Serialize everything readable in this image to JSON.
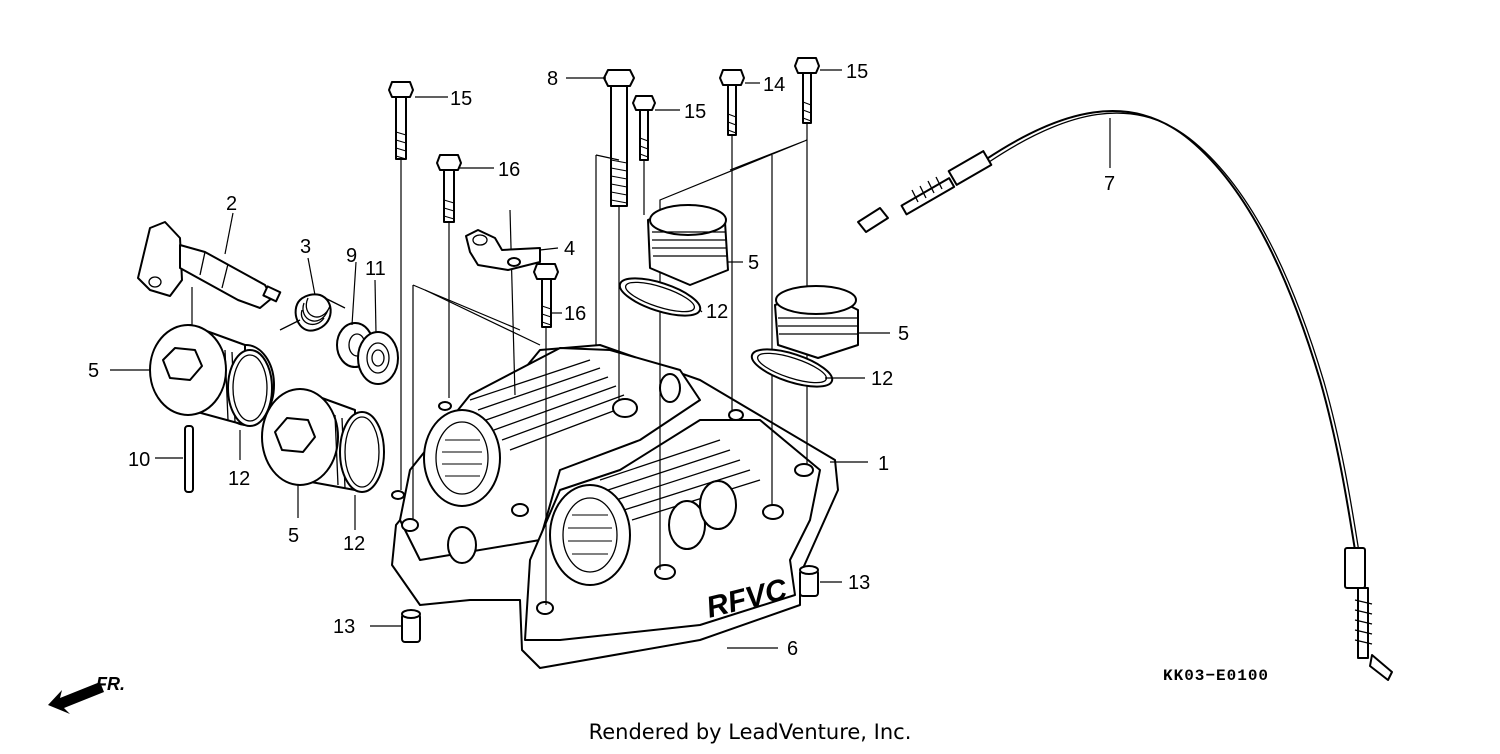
{
  "callouts": [
    {
      "id": "c8",
      "text": "8"
    },
    {
      "id": "c15a",
      "text": "15"
    },
    {
      "id": "c14",
      "text": "14"
    },
    {
      "id": "c15b",
      "text": "15"
    },
    {
      "id": "c15c",
      "text": "15"
    },
    {
      "id": "c16a",
      "text": "16"
    },
    {
      "id": "c16b",
      "text": "16"
    },
    {
      "id": "c2",
      "text": "2"
    },
    {
      "id": "c3",
      "text": "3"
    },
    {
      "id": "c9",
      "text": "9"
    },
    {
      "id": "c11",
      "text": "11"
    },
    {
      "id": "c4",
      "text": "4"
    },
    {
      "id": "c5a",
      "text": "5"
    },
    {
      "id": "c5b",
      "text": "5"
    },
    {
      "id": "c5c",
      "text": "5"
    },
    {
      "id": "c5d",
      "text": "5"
    },
    {
      "id": "c12a",
      "text": "12"
    },
    {
      "id": "c12b",
      "text": "12"
    },
    {
      "id": "c12c",
      "text": "12"
    },
    {
      "id": "c12d",
      "text": "12"
    },
    {
      "id": "c10",
      "text": "10"
    },
    {
      "id": "c1",
      "text": "1"
    },
    {
      "id": "c13a",
      "text": "13"
    },
    {
      "id": "c13b",
      "text": "13"
    },
    {
      "id": "c6",
      "text": "6"
    },
    {
      "id": "c7",
      "text": "7"
    }
  ],
  "front_marker": "FR.",
  "cover_logo": "RFVC",
  "diagram_code": "KK03−E0100",
  "footer": "Rendered by LeadVenture, Inc."
}
